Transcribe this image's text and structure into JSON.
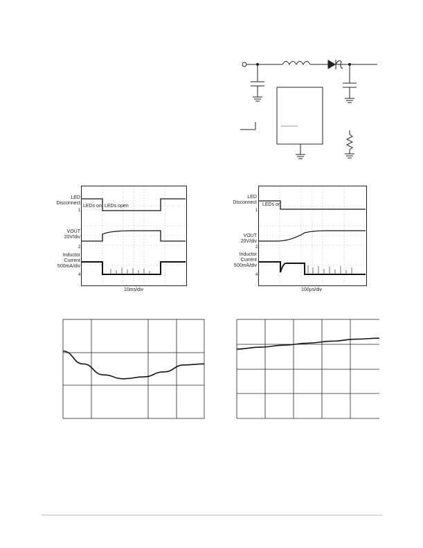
{
  "circuit": {
    "component_label": ""
  },
  "scope_left": {
    "labels": {
      "led_disconnect": "LED\nDisconnect",
      "vout": "VOUT\n20V/div",
      "inductor": "Inductor\nCurrent\n500mA/div"
    },
    "annotations": {
      "leds_on": "LEDs on",
      "leds_open": "LEDs open"
    },
    "timebase": "10ms/div",
    "channel_markers": [
      "1",
      "2",
      "4"
    ]
  },
  "scope_right": {
    "labels": {
      "led_disconnect": "LED\nDisconnect",
      "vout": "VOUT\n20V/div",
      "inductor": "Inductor\nCurrent\n500mA/div"
    },
    "annotations": {
      "leds_on": "LEDs on"
    },
    "timebase": "100µs/div",
    "channel_markers": [
      "1",
      "2",
      "4"
    ]
  },
  "chart_data": [
    {
      "type": "line",
      "title": "",
      "xlabel": "",
      "ylabel": "",
      "grid": true,
      "series": [
        {
          "values": [
            0.68,
            0.55,
            0.44,
            0.4,
            0.42,
            0.47,
            0.54,
            0.55
          ]
        }
      ]
    },
    {
      "type": "line",
      "title": "",
      "xlabel": "",
      "ylabel": "",
      "grid": true,
      "series": [
        {
          "values": [
            0.7,
            0.72,
            0.74,
            0.76,
            0.78,
            0.8,
            0.81
          ]
        }
      ]
    }
  ],
  "colors": {
    "trace": "#111111",
    "grid_dot": "#999999",
    "rule": "#bbbbbb"
  }
}
